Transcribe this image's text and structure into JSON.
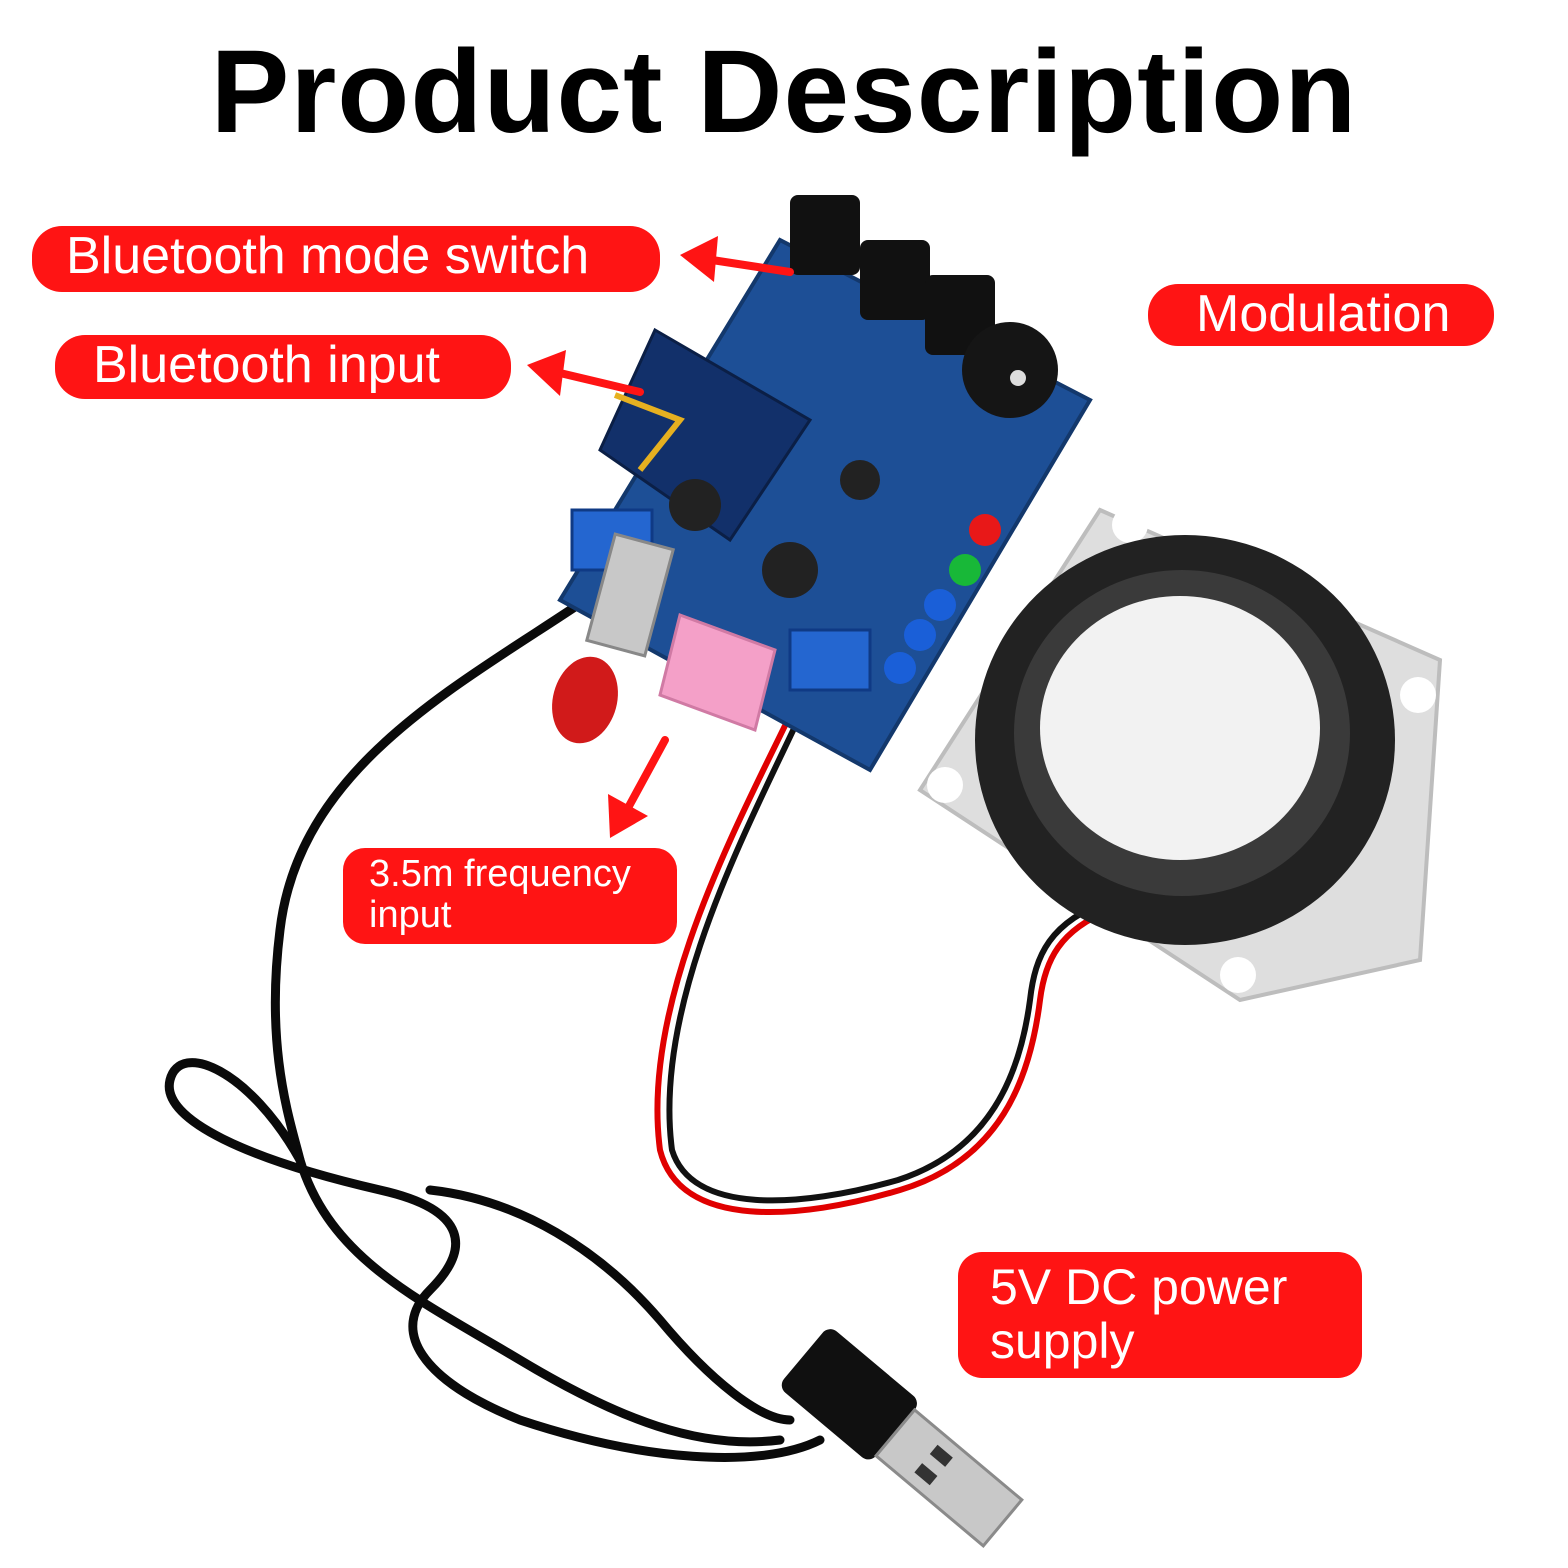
{
  "title": "Product Description",
  "callouts": {
    "mode_switch": "Bluetooth mode switch",
    "bluetooth_input": "Bluetooth input",
    "modulation": "Modulation",
    "frequency_input": "3.5m frequency input",
    "power_supply": "5V DC power supply"
  },
  "colors": {
    "callout_bg": "#ff1414",
    "pcb": "#1d4f96",
    "speaker_frame": "#dcdcdc",
    "cable": "#0a0a0a"
  }
}
